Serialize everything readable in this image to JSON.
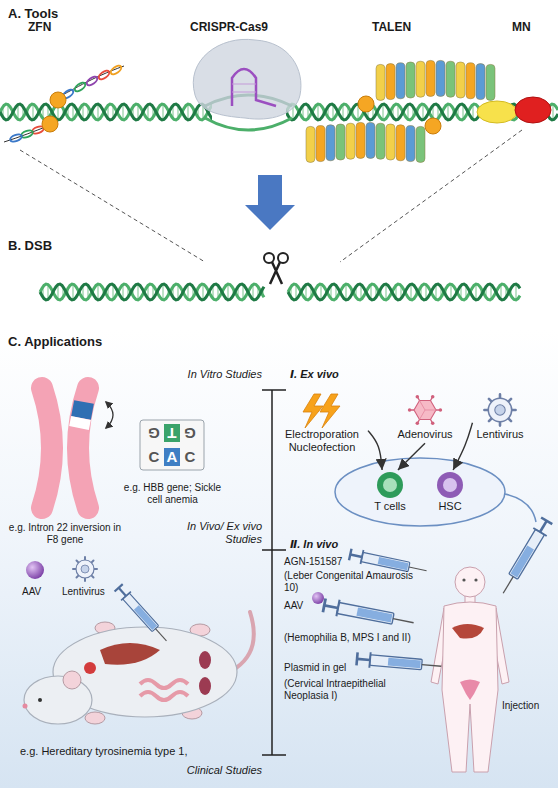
{
  "diagram": {
    "nodes": [
      {
        "text": [
          "Electroporation Nucleofection"
        ]
      },
      {
        "text": [
          "Adenovirus"
        ]
      },
      {
        "text": [
          "Lentivirus"
        ]
      },
      {
        "text": [
          "T cells"
        ]
      },
      {
        "text": [
          "HSC"
        ]
      }
    ],
    "edges": [
      {
        "from": 0,
        "to": 3,
        "arrow": "to"
      },
      {
        "from": 1,
        "to": 3,
        "arrow": "to"
      },
      {
        "from": 2,
        "to": 4,
        "arrow": "to"
      }
    ],
    "labels": [
      "A. Tools",
      "ZFN",
      "CRISPR-Cas9",
      "TALEN",
      "MN",
      "B. DSB",
      "C. Applications",
      "In Vitro Studies",
      "Ⅰ. Ex vivo",
      "e.g. Intron 22 inversion in F8 gene",
      "G",
      "T",
      "G",
      "C",
      "A",
      "C",
      "e.g. HBB gene; Sickle cell anemia",
      "In Vivo/ Ex vivo Studies",
      "Ⅱ. In vivo",
      "AGN-151587",
      "(Leber Congenital Amaurosis 10)",
      "AAV",
      "(Hemophilia B, MPS I and II)",
      "Plasmid in gel",
      "(Cervical Intraepithelial Neoplasia I)",
      "Injection",
      "AAV",
      "Lentivirus",
      "e.g. Hereditary tyrosinemia type 1,",
      "Clinical Studies"
    ]
  }
}
